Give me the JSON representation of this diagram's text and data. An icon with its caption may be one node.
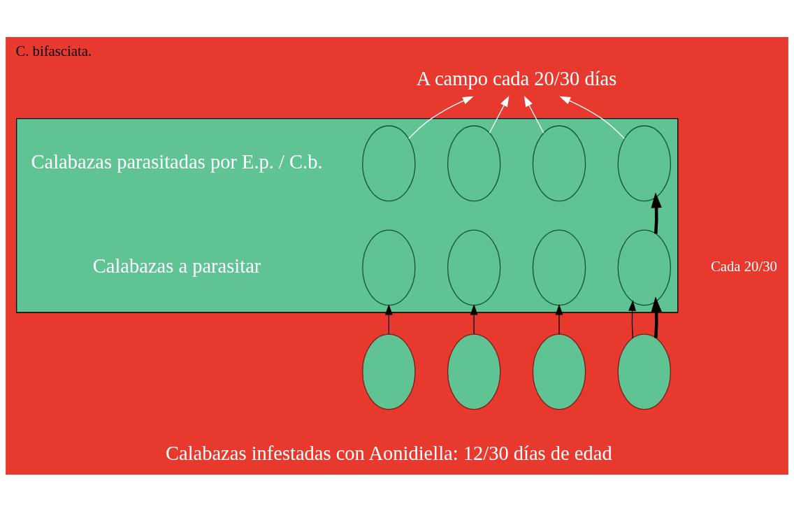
{
  "diagram": {
    "title": "C. bifasciata.",
    "nodes": [
      {
        "text": [],
        "shape": "box"
      },
      {
        "text": [],
        "shape": "ellipse",
        "in": 0
      },
      {
        "text": [],
        "shape": "ellipse",
        "in": 0
      },
      {
        "text": [],
        "shape": "ellipse",
        "in": 0
      },
      {
        "text": [],
        "shape": "ellipse",
        "in": 0
      },
      {
        "text": [],
        "shape": "ellipse",
        "in": 0
      },
      {
        "text": [],
        "shape": "ellipse",
        "in": 0
      },
      {
        "text": [],
        "shape": "ellipse",
        "in": 0
      },
      {
        "text": [],
        "shape": "ellipse",
        "in": 0
      },
      {
        "text": [],
        "shape": "ellipse"
      },
      {
        "text": [],
        "shape": "ellipse"
      },
      {
        "text": [],
        "shape": "ellipse"
      },
      {
        "text": [],
        "shape": "ellipse"
      },
      {
        "text": [
          "A campo cada 20/30 días"
        ]
      }
    ],
    "edges": [
      {
        "from": 1,
        "to": 13,
        "arrow": "to",
        "color": "#ffffff"
      },
      {
        "from": 2,
        "to": 13,
        "arrow": "to",
        "color": "#ffffff"
      },
      {
        "from": 3,
        "to": 13,
        "arrow": "to",
        "color": "#ffffff"
      },
      {
        "from": 4,
        "to": 13,
        "arrow": "to",
        "color": "#ffffff"
      },
      {
        "from": 9,
        "to": 5,
        "arrow": "to"
      },
      {
        "from": 10,
        "to": 6,
        "arrow": "to"
      },
      {
        "from": 11,
        "to": 7,
        "arrow": "to"
      },
      {
        "from": 12,
        "to": 8,
        "arrow": "to"
      },
      {
        "from": 12,
        "to": 8,
        "arrow": "to",
        "style": "thick"
      },
      {
        "from": 8,
        "to": 4,
        "arrow": "to",
        "style": "thick"
      }
    ],
    "labels": [
      "Calabazas parasitadas por E.p. / C.b.",
      "Calabazas a parasitar",
      "Cada 20/30",
      "Calabazas infestadas con Aonidiella: 12/30 días de edad"
    ]
  }
}
